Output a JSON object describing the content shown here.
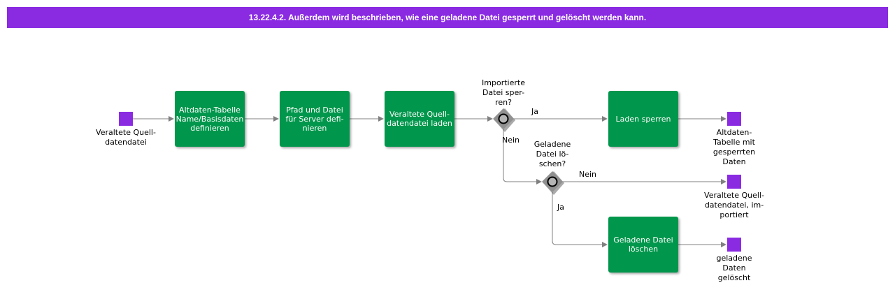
{
  "header": {
    "title": "13.22.4.2. Außerdem wird beschrieben, wie eine geladene Datei gesperrt und gelöscht werden kann."
  },
  "colors": {
    "header": "#8a2be2",
    "task": "#00964b",
    "event": "#8a2be2",
    "gateway": "#909090",
    "connector": "#808080"
  },
  "events": {
    "start": "Veraltete Quell-\ndatendatei",
    "end_locked": "Altdaten-\nTabelle mit\ngesperrten\nDaten",
    "end_imported": "Veraltete Quell-\ndatendatei, im-\nportiert",
    "end_deleted": "geladene\nDaten\ngelöscht"
  },
  "tasks": {
    "altdaten": "Altdaten-Tabelle\nName/Basisdaten\ndefinieren",
    "pfad": "Pfad und Datei\nfür Server defi-\nnieren",
    "laden": "Veraltete Quell-\ndatendatei laden",
    "sperren": "Laden sperren",
    "loeschen": "Geladene Datei\nlöschen"
  },
  "gateways": {
    "importiert": "Importierte\nDatei sper-\nren?",
    "geladen": "Geladene\nDatei lö-\nschen?"
  },
  "flows": {
    "g1_ja": "Ja",
    "g1_nein": "Nein",
    "g2_nein": "Nein",
    "g2_ja": "Ja"
  }
}
